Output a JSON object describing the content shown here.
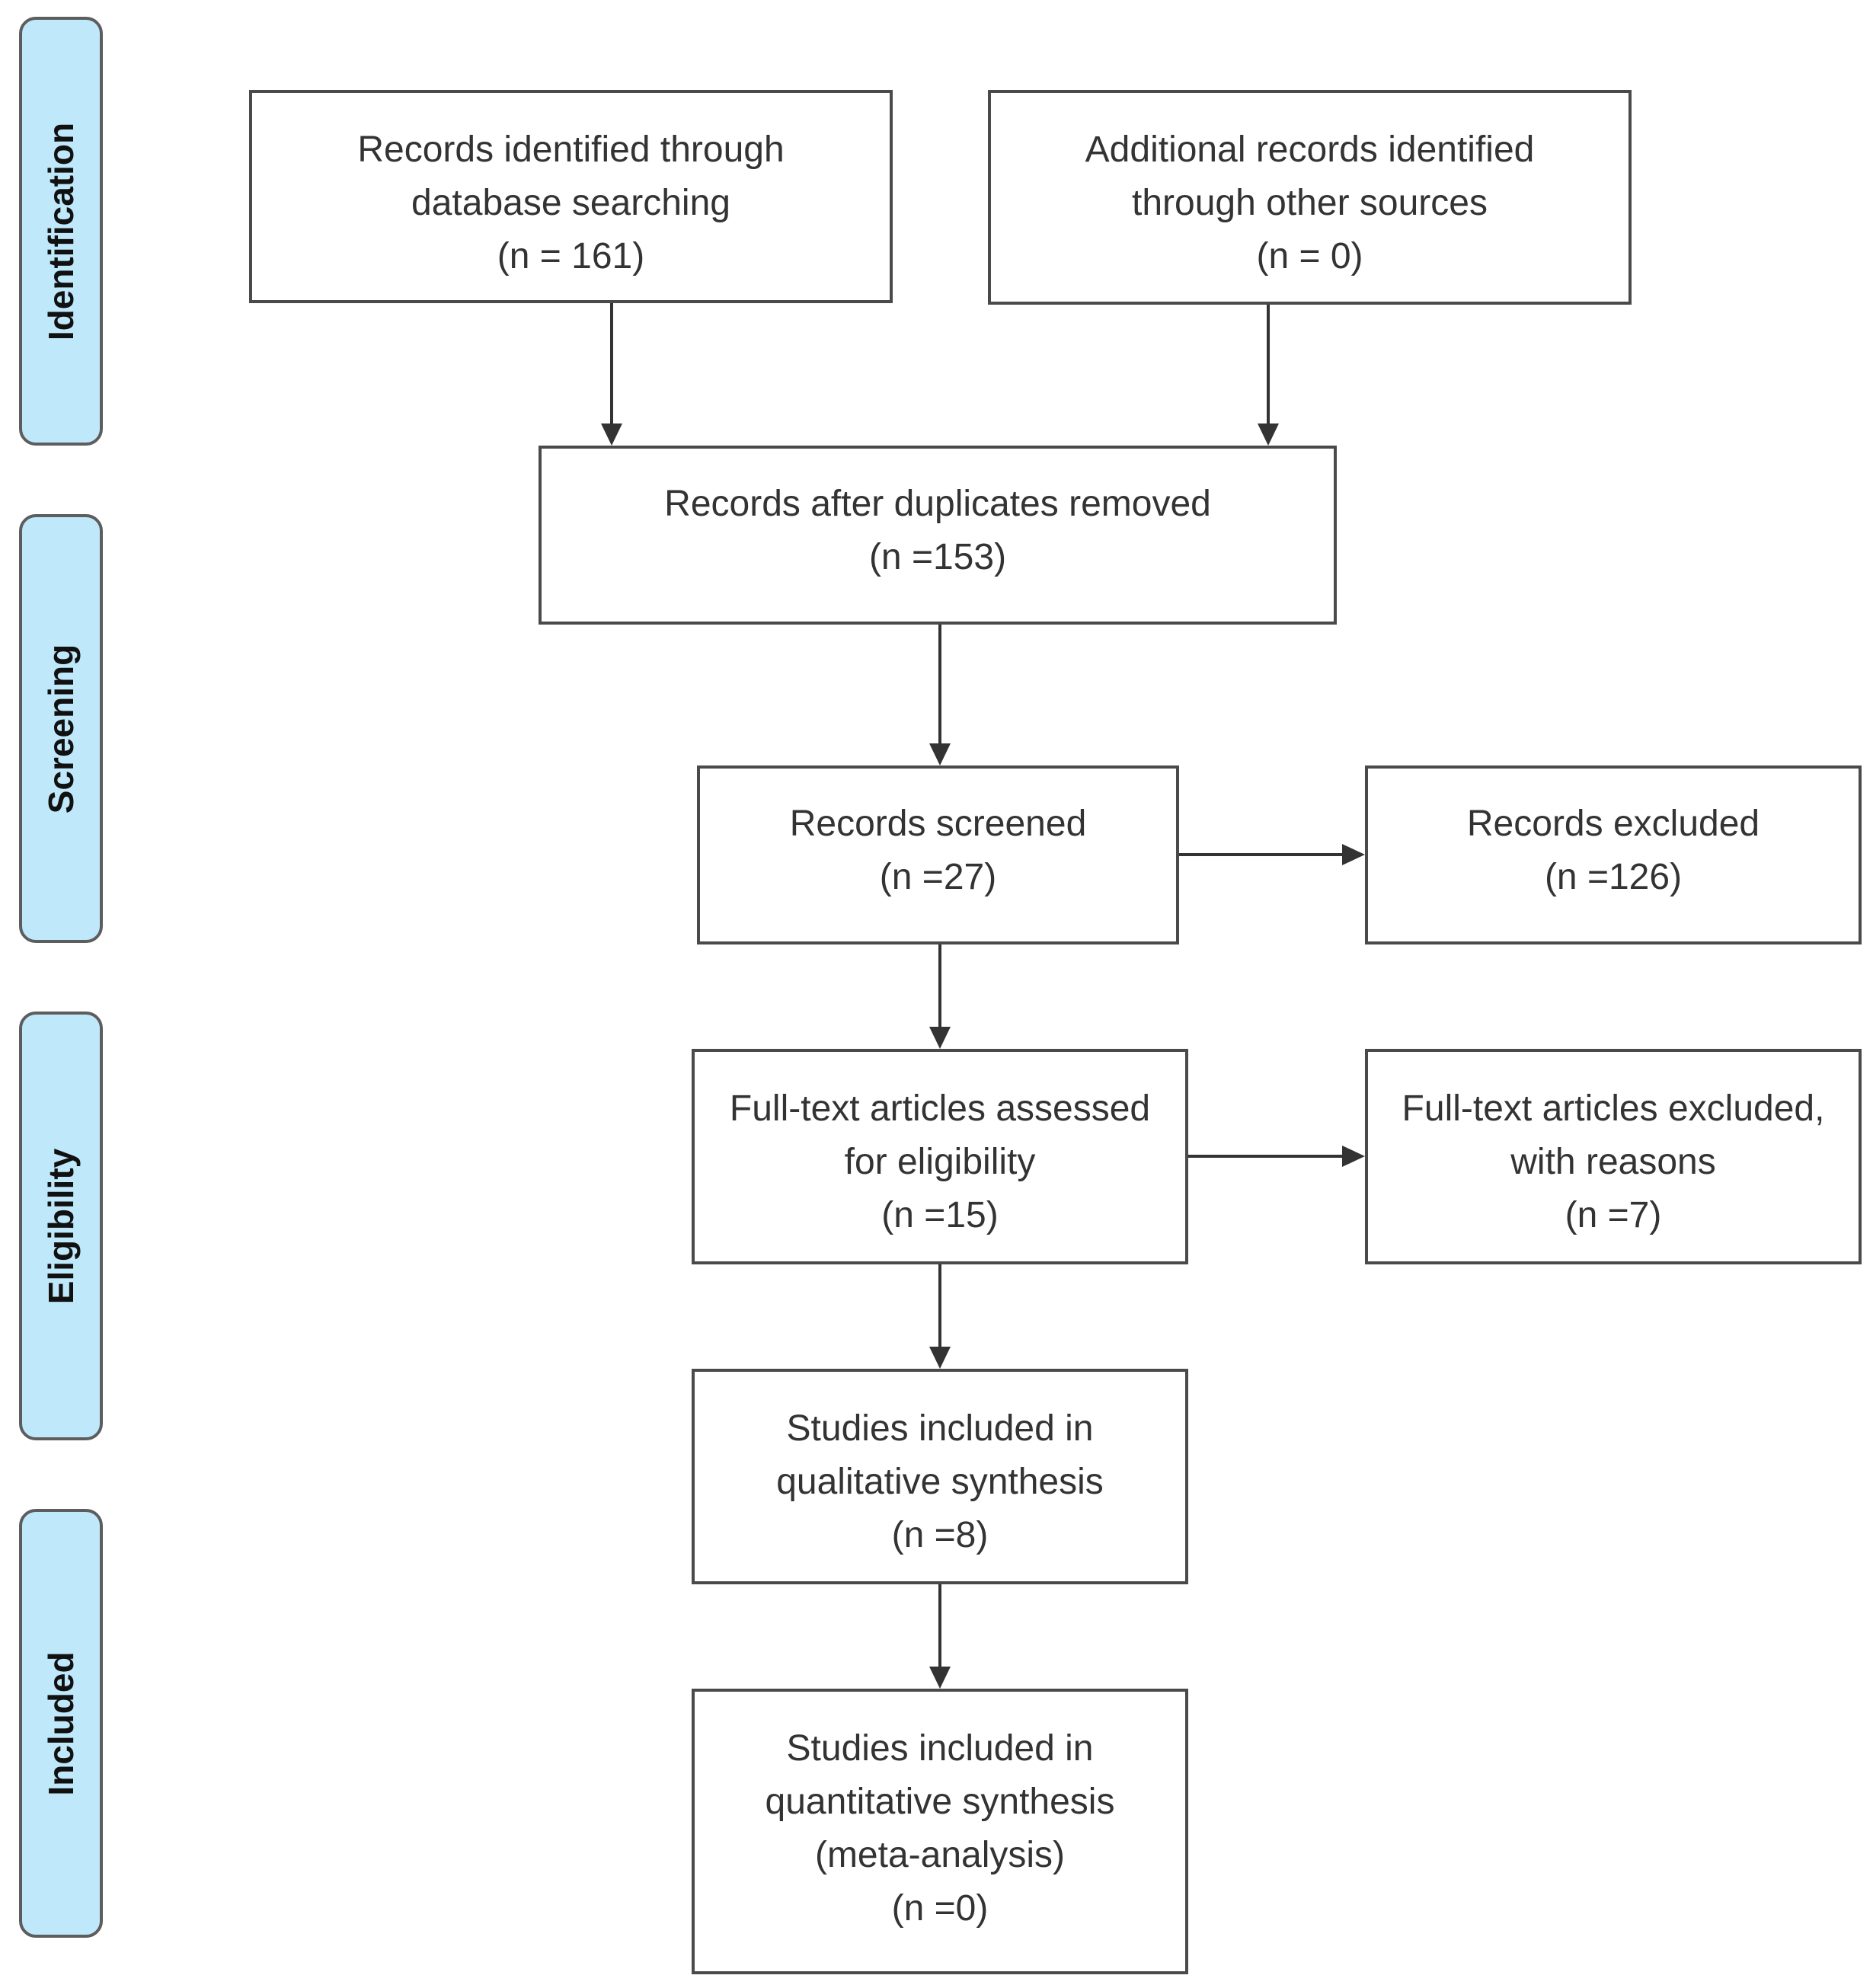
{
  "stages": [
    {
      "id": "identification",
      "label": "Identification"
    },
    {
      "id": "screening",
      "label": "Screening"
    },
    {
      "id": "eligibility",
      "label": "Eligibility"
    },
    {
      "id": "included",
      "label": "Included"
    }
  ],
  "boxes": {
    "database_search": {
      "lines": [
        "Records identified through",
        "database searching",
        "(n = 161)"
      ]
    },
    "other_sources": {
      "lines": [
        "Additional records identified",
        "through other sources",
        "(n = 0)"
      ]
    },
    "duplicates_removed": {
      "lines": [
        "Records after duplicates removed",
        "(n =153)"
      ]
    },
    "screened": {
      "lines": [
        "Records screened",
        "(n =27)"
      ]
    },
    "excluded": {
      "lines": [
        "Records excluded",
        "(n =126)"
      ]
    },
    "fulltext_assessed": {
      "lines": [
        "Full-text articles assessed",
        "for eligibility",
        "(n =15)"
      ]
    },
    "fulltext_excluded": {
      "lines": [
        "Full-text articles excluded,",
        "with reasons",
        "(n =7)"
      ]
    },
    "qualitative": {
      "lines": [
        "Studies included in",
        "qualitative synthesis",
        "(n =8)"
      ]
    },
    "quantitative": {
      "lines": [
        "Studies included in",
        "quantitative synthesis",
        "(meta-analysis)",
        "(n =0)"
      ]
    }
  },
  "colors": {
    "stage_fill": "#bfe8fb",
    "stage_border": "#5d5d5d",
    "box_border": "#4a4a4a",
    "arrow": "#333333"
  }
}
